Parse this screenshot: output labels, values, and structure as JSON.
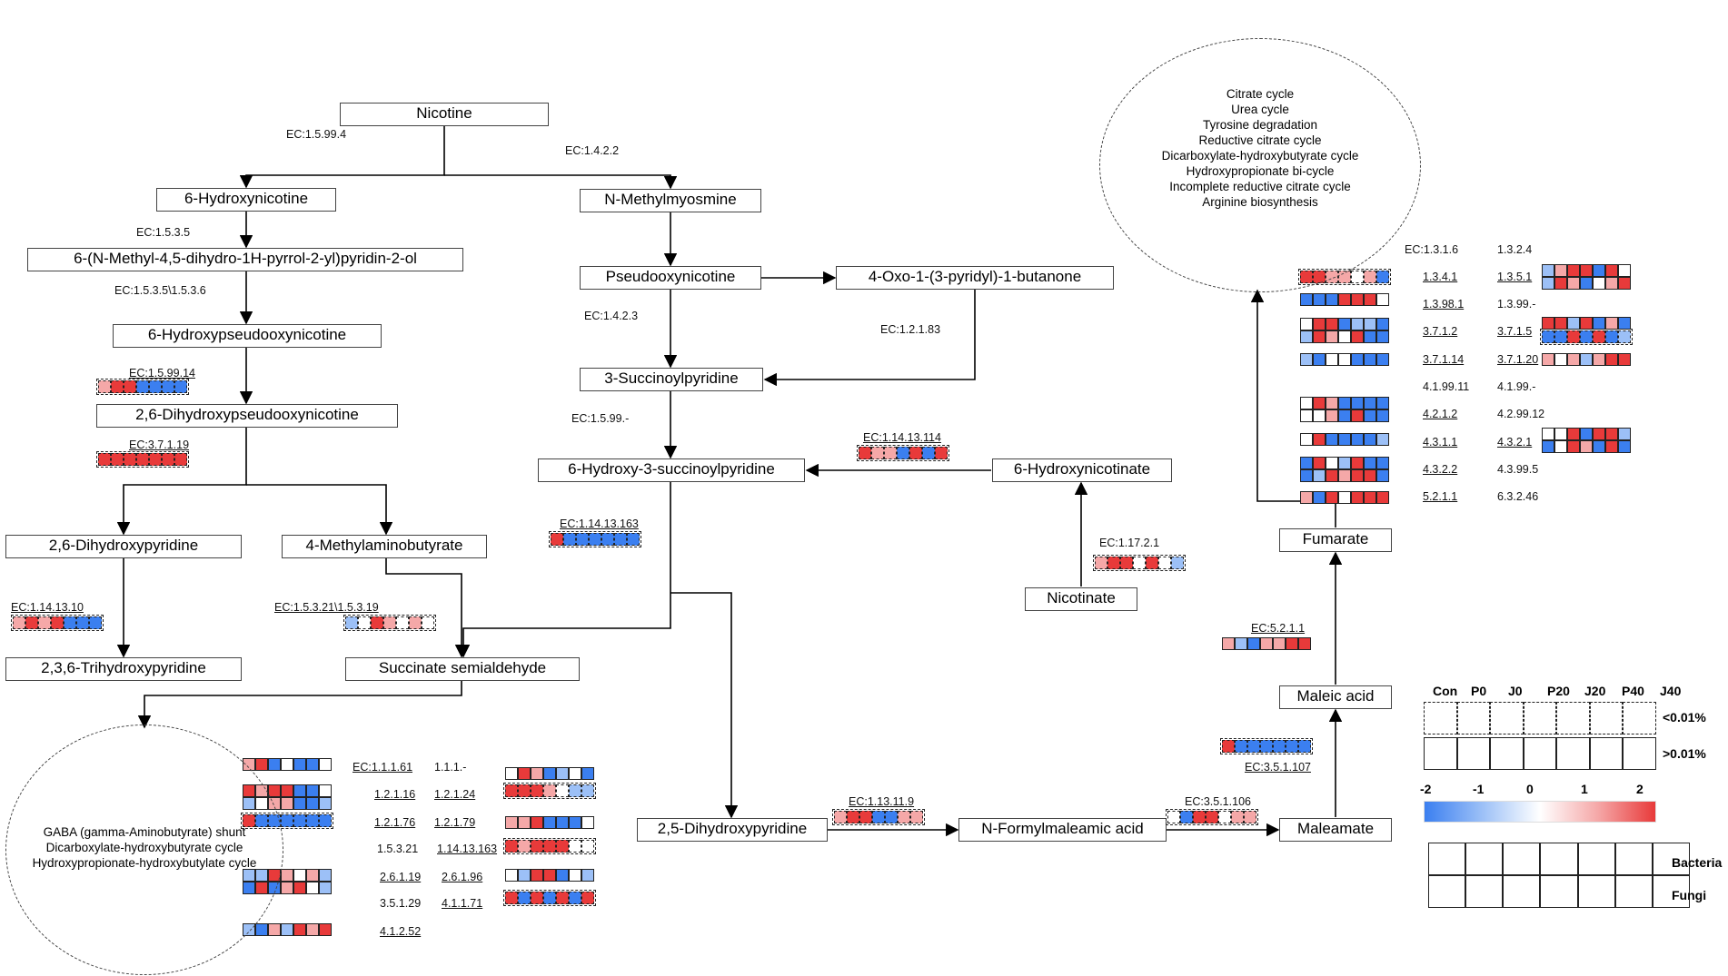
{
  "colors": {
    "neg2": "#3b7ff0",
    "neg1": "#9cc0f7",
    "zero": "#ffffff",
    "pos1": "#f5a8a8",
    "pos2": "#e83a3a",
    "line": "#000000"
  },
  "nodes": {
    "nicotine": "Nicotine",
    "hydroxynicotine": "6-Hydroxynicotine",
    "pyrrolyl": "6-(N-Methyl-4,5-dihydro-1H-pyrrol-2-yl)pyridin-2-ol",
    "hydroxypseudo": "6-Hydroxypseudooxynicotine",
    "dihydroxypseudo": "2,6-Dihydroxypseudooxynicotine",
    "dihydroxypyridine26": "2,6-Dihydroxypyridine",
    "methylaminobutyrate": "4-Methylaminobutyrate",
    "trihydroxypyridine": "2,3,6-Trihydroxypyridine",
    "succinate_semialdehyde": "Succinate semialdehyde",
    "methylmyosmine": "N-Methylmyosmine",
    "pseudooxynicotine": "Pseudooxynicotine",
    "oxo_butanone": "4-Oxo-1-(3-pyridyl)-1-butanone",
    "succinoylpyridine": "3-Succinoylpyridine",
    "hydroxy_succinoyl": "6-Hydroxy-3-succinoylpyridine",
    "hydroxynicotinate": "6-Hydroxynicotinate",
    "nicotinate": "Nicotinate",
    "dihydroxypyridine25": "2,5-Dihydroxypyridine",
    "formylmaleamic": "N-Formylmaleamic acid",
    "maleamate": "Maleamate",
    "maleic": "Maleic acid",
    "fumarate": "Fumarate"
  },
  "ec": {
    "e1": "EC:1.5.99.4",
    "e2": "EC:1.4.2.2",
    "e3": "EC:1.5.3.5",
    "e4": "EC:1.5.3.5\\1.5.3.6",
    "e5": "EC:1.5.99.14",
    "e6": "EC:3.7.1.19",
    "e7": "EC:1.14.13.10",
    "e8": "EC:1.5.3.21\\1.5.3.19",
    "e9": "EC:1.4.2.3",
    "e10": "EC:1.2.1.83",
    "e11": "EC:1.5.99.-",
    "e12": "EC:1.14.13.114",
    "e13": "EC:1.14.13.163",
    "e14": "EC:1.17.2.1",
    "e15": "EC:1.13.11.9",
    "e16": "EC:3.5.1.106",
    "e17": "EC:3.5.1.107",
    "e18": "EC:5.2.1.1"
  },
  "gaba_ec": {
    "a1": "EC:1.1.1.61",
    "a2": "1.1.1.-",
    "a3": "1.2.1.16",
    "a4": "1.2.1.24",
    "a5": "1.2.1.76",
    "a6": "1.2.1.79",
    "a7": "1.5.3.21",
    "a8": "1.14.13.163",
    "a9": "2.6.1.19",
    "a10": "2.6.1.96",
    "a11": "3.5.1.29",
    "a12": "4.1.1.71",
    "a13": "4.1.2.52"
  },
  "tca_ec": {
    "t1": "EC:1.3.1.6",
    "t2": "1.3.2.4",
    "t3": "1.3.4.1",
    "t4": "1.3.5.1",
    "t5": "1.3.98.1",
    "t6": "1.3.99.-",
    "t7": "3.7.1.2",
    "t8": "3.7.1.5",
    "t9": "3.7.1.14",
    "t10": "3.7.1.20",
    "t11": "4.1.99.11",
    "t12": "4.1.99.-",
    "t13": "4.2.1.2",
    "t14": "4.2.99.12",
    "t15": "4.3.1.1",
    "t16": "4.3.2.1",
    "t17": "4.3.2.2",
    "t18": "4.3.99.5",
    "t19": "5.2.1.1",
    "t20": "6.3.2.46"
  },
  "tca_circle": [
    "Citrate cycle",
    "Urea cycle",
    "Tyrosine degradation",
    "Reductive citrate cycle",
    "Dicarboxylate-hydroxybutyrate cycle",
    "Hydroxypropionate bi-cycle",
    "Incomplete reductive citrate cycle",
    "Arginine biosynthesis"
  ],
  "gaba_circle": [
    "GABA (gamma-Aminobutyrate) shunt",
    "Dicarboxylate-hydroxybutyrate cycle",
    "Hydroxypropionate-hydroxybutylate cycle"
  ],
  "legend": {
    "columns": [
      "Con",
      "P0",
      "J0",
      "P20",
      "J20",
      "P40",
      "J40"
    ],
    "sig_low": "<0.01%",
    "sig_high": ">0.01%",
    "scale": [
      "-2",
      "-1",
      "0",
      "1",
      "2"
    ],
    "bacteria": "Bacteria",
    "fungi": "Fungi"
  }
}
